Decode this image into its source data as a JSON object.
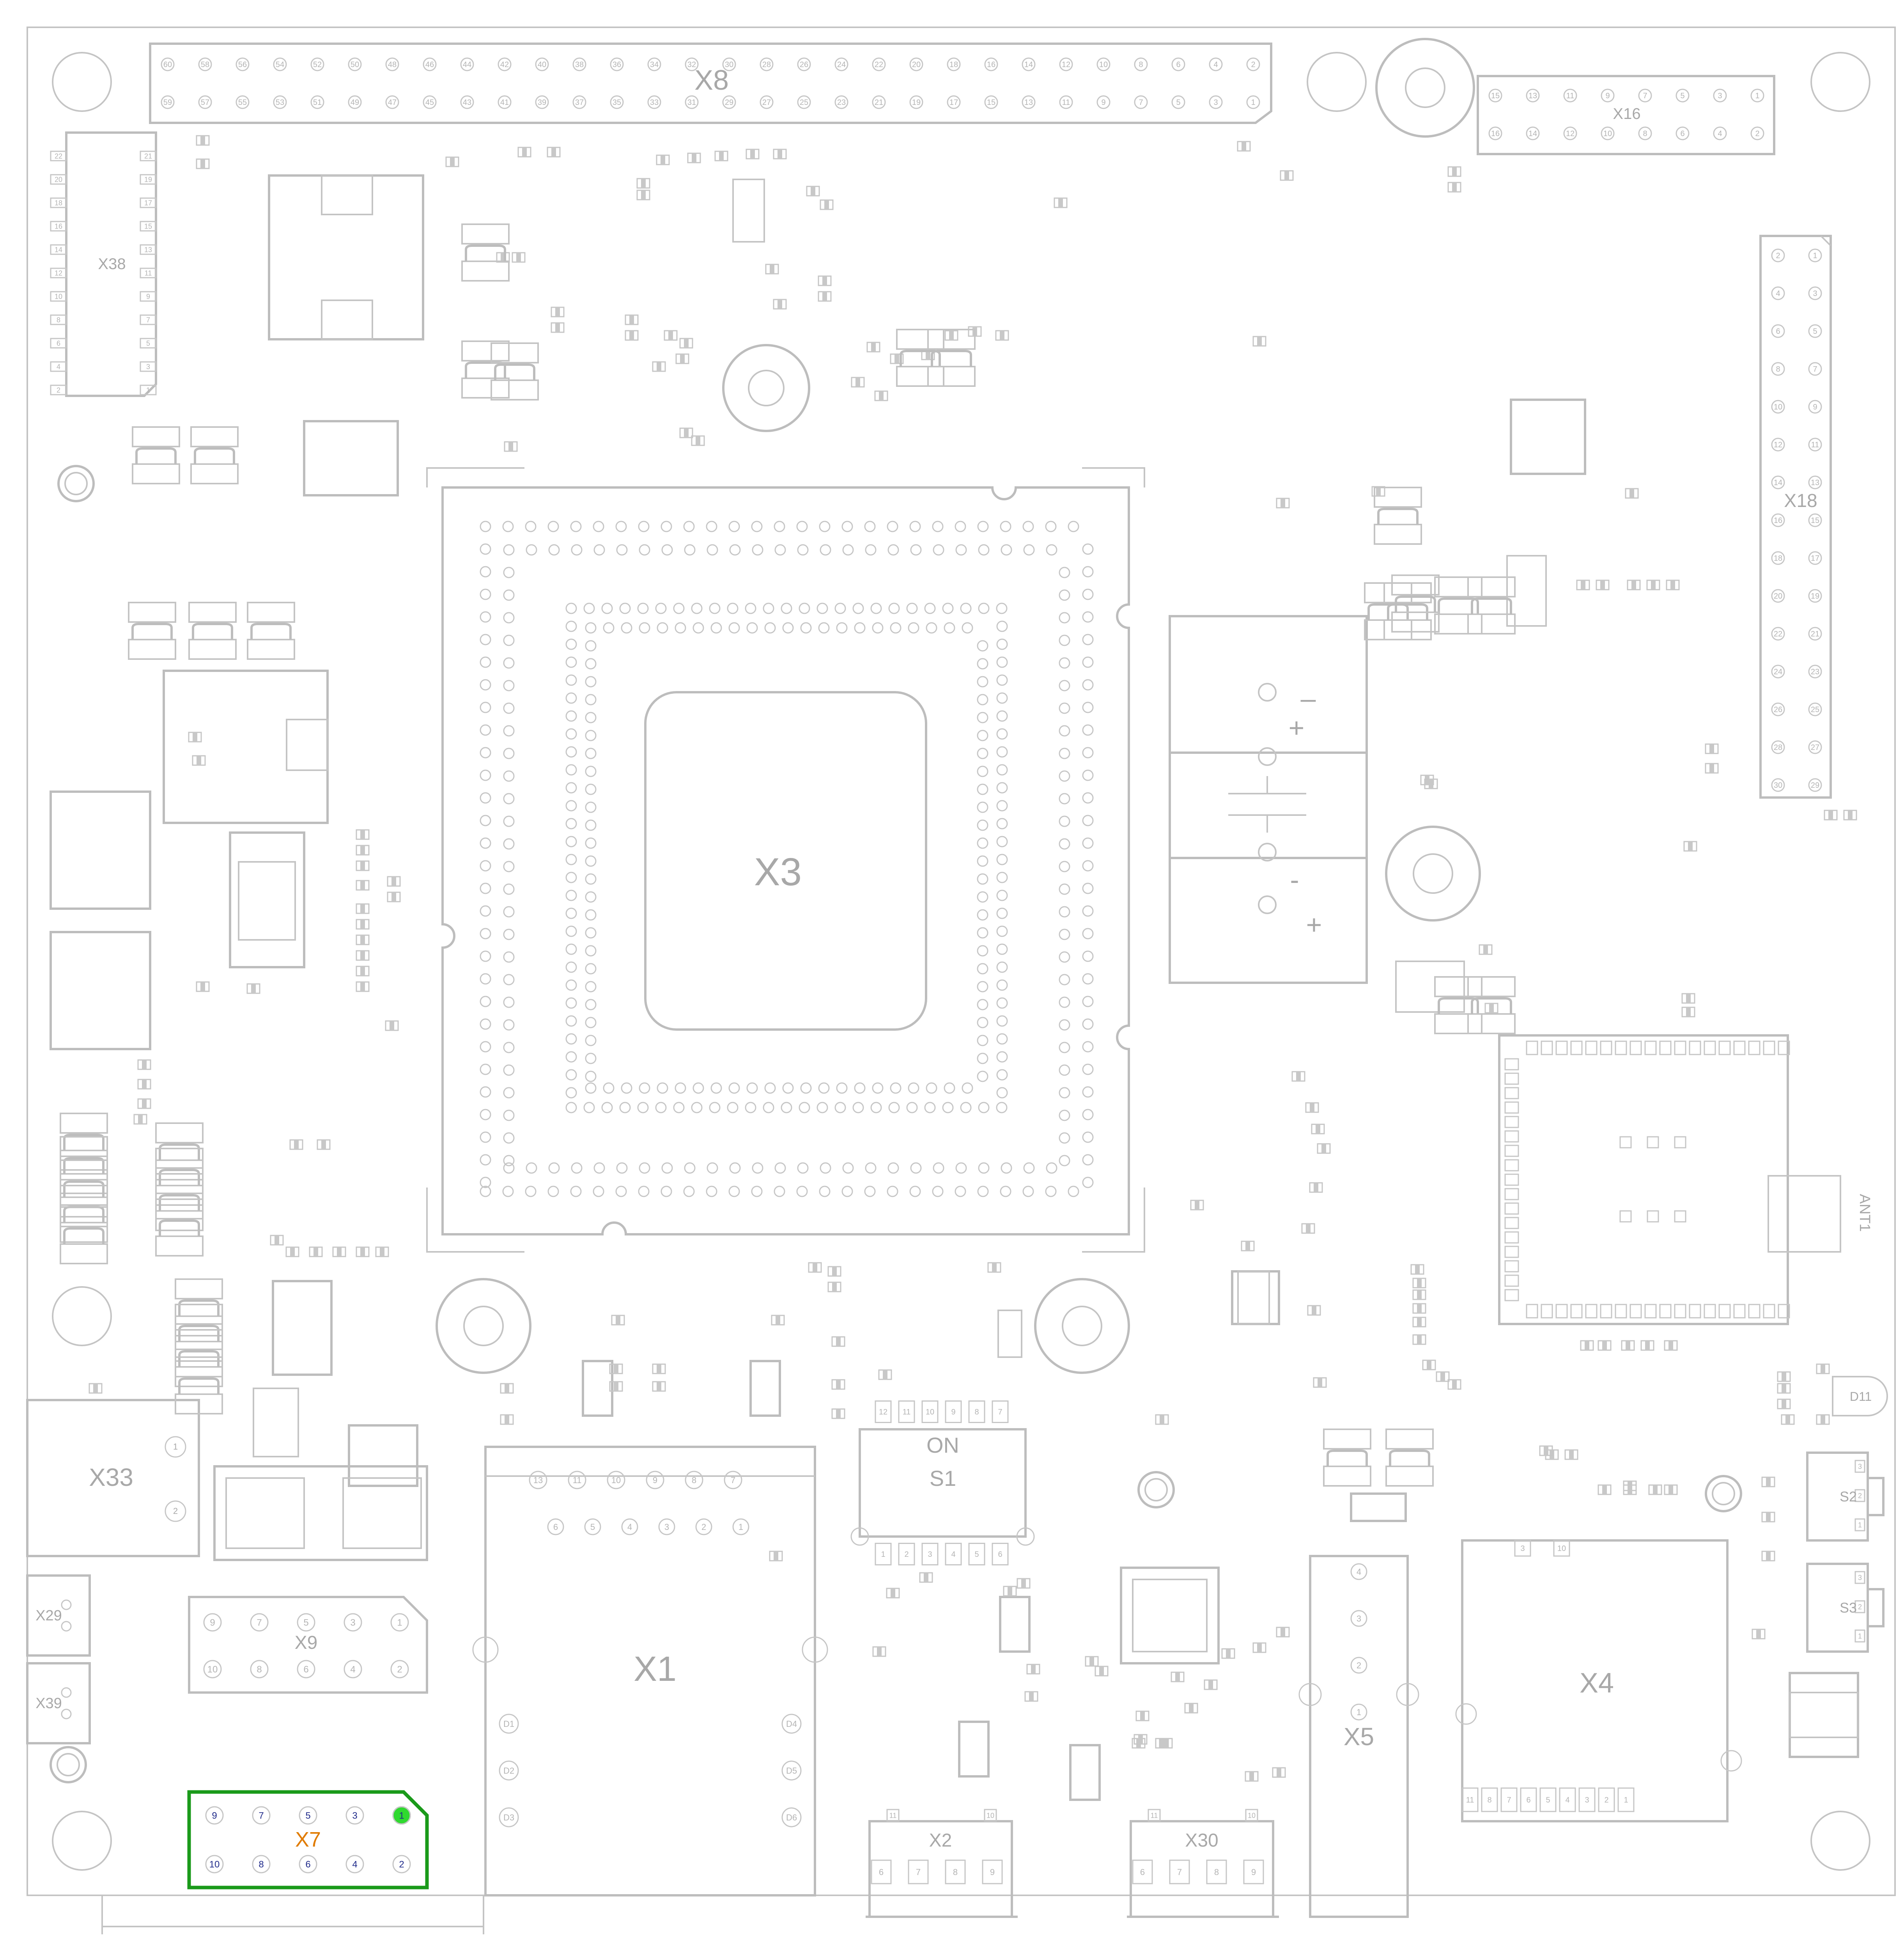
{
  "labels": {
    "x8": "X8",
    "x16": "X16",
    "x38": "X38",
    "x18": "X18",
    "x3": "X3",
    "x33": "X33",
    "x29": "X29",
    "x39": "X39",
    "x9": "X9",
    "x7": "X7",
    "x1": "X1",
    "x2": "X2",
    "x30": "X30",
    "x5": "X5",
    "x4": "X4",
    "s1_on": "ON",
    "s1": "S1",
    "s2": "S2",
    "s3": "S3",
    "d11": "D11",
    "ant1": "ANT1",
    "batt_minus_1": "–",
    "batt_plus_1": "+",
    "batt_minus_2": "-",
    "batt_plus_2": "+"
  },
  "pins": {
    "x7_top": [
      "9",
      "7",
      "5",
      "3",
      "1"
    ],
    "x7_bottom": [
      "10",
      "8",
      "6",
      "4",
      "2"
    ],
    "x9_top": [
      "9",
      "7",
      "5",
      "3",
      "1"
    ],
    "x9_bottom": [
      "10",
      "8",
      "6",
      "4",
      "2"
    ],
    "x33": [
      "1",
      "2"
    ],
    "x16_top": [
      "15",
      "13",
      "11",
      "9",
      "7",
      "5",
      "3",
      "1"
    ],
    "x16_bottom": [
      "16",
      "14",
      "12",
      "10",
      "8",
      "6",
      "4",
      "2"
    ],
    "x18_left": [
      "2",
      "4",
      "6",
      "8",
      "10",
      "12",
      "14",
      "16",
      "18",
      "20",
      "22",
      "24",
      "26",
      "28",
      "30"
    ],
    "x18_right": [
      "1",
      "3",
      "5",
      "7",
      "9",
      "11",
      "13",
      "15",
      "17",
      "19",
      "21",
      "23",
      "25",
      "27",
      "29"
    ],
    "x38_left": [
      "22",
      "20",
      "18",
      "16",
      "14",
      "12",
      "10",
      "8",
      "6",
      "4",
      "2"
    ],
    "x38_right": [
      "21",
      "19",
      "17",
      "15",
      "13",
      "11",
      "9",
      "7",
      "5",
      "3",
      "1"
    ],
    "x8_top": [
      "60",
      "58",
      "56",
      "54",
      "52",
      "50",
      "48",
      "46",
      "44",
      "42",
      "40",
      "38",
      "36",
      "34",
      "32",
      "30",
      "28",
      "26",
      "24",
      "22",
      "20",
      "18",
      "16",
      "14",
      "12",
      "10",
      "8",
      "6",
      "4",
      "2"
    ],
    "x8_bottom": [
      "59",
      "57",
      "55",
      "53",
      "51",
      "49",
      "47",
      "45",
      "43",
      "41",
      "39",
      "37",
      "35",
      "33",
      "31",
      "29",
      "27",
      "25",
      "23",
      "21",
      "19",
      "17",
      "15",
      "13",
      "11",
      "9",
      "7",
      "5",
      "3",
      "1"
    ],
    "x1_top": [
      "13",
      "11",
      "10",
      "9",
      "8",
      "7"
    ],
    "x1_second": [
      "6",
      "5",
      "4",
      "3",
      "2",
      "1"
    ],
    "x1_left": [
      "D1",
      "D2",
      "D3"
    ],
    "x1_right": [
      "D4",
      "D5",
      "D6"
    ],
    "s1_top": [
      "12",
      "11",
      "10",
      "9",
      "8",
      "7"
    ],
    "s1_bottom": [
      "1",
      "2",
      "3",
      "4",
      "5",
      "6"
    ],
    "x2_top": [
      "11",
      "10"
    ],
    "x2_bottom": [
      "6",
      "7",
      "8",
      "9"
    ],
    "x30_top": [
      "11",
      "10"
    ],
    "x30_bottom": [
      "6",
      "7",
      "8",
      "9"
    ],
    "x5": [
      "4",
      "3",
      "2",
      "1"
    ],
    "x4_bottom": [
      "11",
      "8",
      "7",
      "6",
      "5",
      "4",
      "3",
      "2",
      "1"
    ],
    "x4_top": [
      "3",
      "10"
    ],
    "s2": [
      "3",
      "2",
      "1"
    ],
    "s3": [
      "3",
      "2",
      "1"
    ]
  },
  "colors": {
    "outline": "#bdbdbd",
    "text": "#a8a8a8",
    "highlight_outline": "#1a9a1a",
    "highlight_label": "#e07b00",
    "highlight_pin1": "#2fd92f",
    "highlight_pins": "#1f2a8a"
  }
}
